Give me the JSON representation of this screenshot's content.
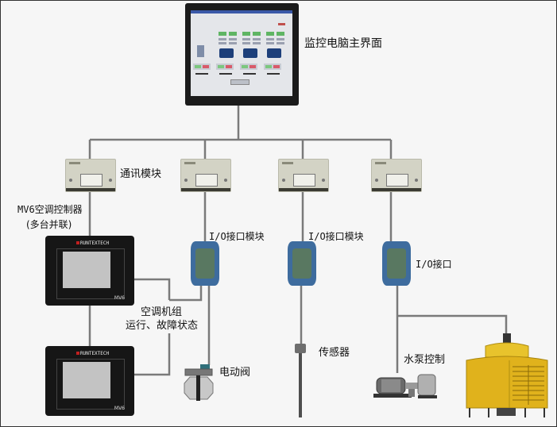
{
  "diagram": {
    "title_label": "监控电脑主界面",
    "nodes": {
      "monitor": {
        "label": "监控电脑主界面",
        "icon": "monitor-icon"
      },
      "comm_modules": [
        {
          "label": "通讯模块",
          "icon": "comm-module-icon"
        },
        {
          "label": "",
          "icon": "comm-module-icon"
        },
        {
          "label": "",
          "icon": "comm-module-icon"
        },
        {
          "label": "",
          "icon": "comm-module-icon"
        }
      ],
      "controller_group": {
        "label_line1": "MV6空调控制器",
        "label_line2": "(多台并联)",
        "controllers": [
          {
            "brand": "RUNTEXTECH",
            "model": "MV6",
            "icon": "controller-icon"
          },
          {
            "brand": "RUNTEXTECH",
            "model": "MV6",
            "icon": "controller-icon"
          }
        ]
      },
      "io_modules": [
        {
          "label": "I/O接口模块",
          "icon": "io-module-icon"
        },
        {
          "label": "I/O接口模块",
          "icon": "io-module-icon"
        },
        {
          "label": "I/O接口",
          "icon": "io-module-icon"
        }
      ],
      "ac_status": {
        "line1": "空调机组",
        "line2": "运行、故障状态"
      },
      "valve": {
        "label": "电动阀",
        "icon": "electric-valve-icon"
      },
      "sensor": {
        "label": "传感器",
        "icon": "sensor-icon"
      },
      "pump": {
        "label": "水泵控制",
        "icon": "water-pump-icon"
      },
      "cooling_tower": {
        "label": "",
        "icon": "cooling-tower-icon"
      }
    },
    "colors": {
      "wire": "#7a7a7a",
      "background": "#f6f6f6",
      "io_module_blue": "#3e6c9e",
      "tower_yellow": "#e0b21c"
    }
  }
}
